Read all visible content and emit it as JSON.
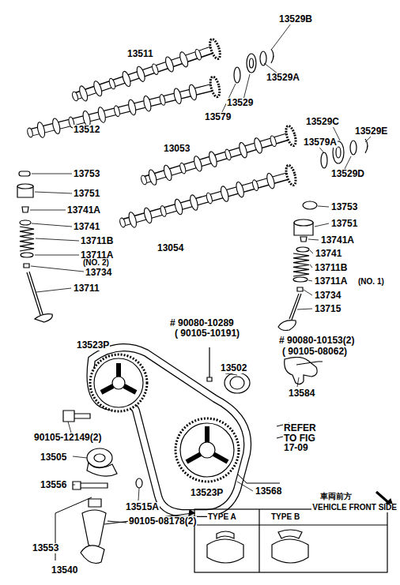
{
  "diagram": {
    "labels": [
      "13511",
      "13529B",
      "13529A",
      "13529",
      "13579",
      "13512",
      "13529C",
      "13529E",
      "13579A",
      "13529D",
      "13053",
      "13054",
      "13753",
      "13751",
      "13741A",
      "13741",
      "13711B",
      "13711A",
      "(NO. 2)",
      "13734",
      "13711",
      "13753",
      "13751",
      "13741A",
      "13741",
      "13711B",
      "13711A",
      "(NO. 1)",
      "13734",
      "13715",
      "# 90080-10289",
      "( 90105-10191)",
      "# 90080-10153(2)",
      "( 90105-08062)",
      "13523P",
      "13502",
      "13584",
      "90105-12149(2)",
      "13505",
      "13523P",
      "REFER TO FIG 17-09",
      "13568",
      "13556",
      "13515A",
      "車両前方",
      "VEHICLE FRONT SIDE",
      "13553",
      "90105-08178(2)",
      "13540",
      "TYPE A",
      "TYPE B"
    ]
  }
}
